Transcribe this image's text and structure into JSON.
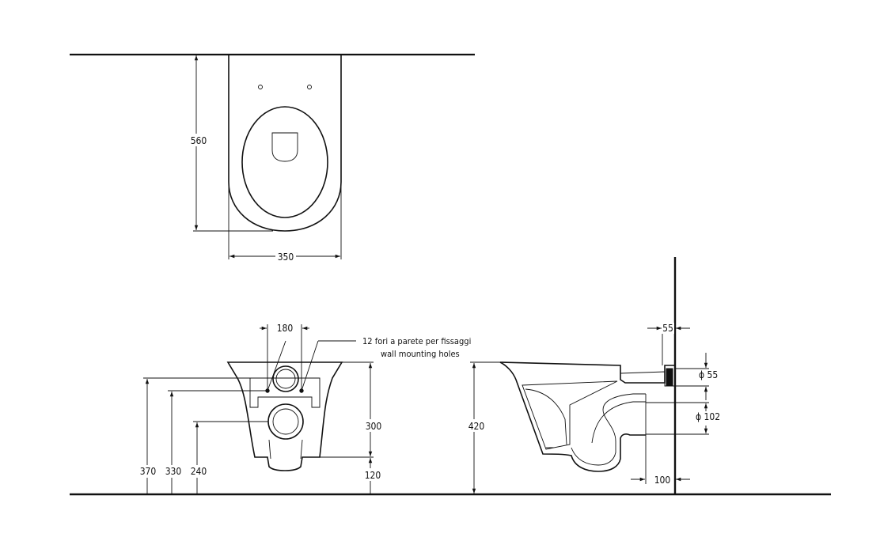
{
  "plan_view": {
    "depth": "560",
    "width": "350"
  },
  "front_view": {
    "holes_spacing": "180",
    "height_total": "370",
    "height_upper_hole": "330",
    "height_lower_hole": "240",
    "body_height": "300",
    "base_height": "120",
    "note_it": "12 fori a parete per fissaggi",
    "note_en": "wall mounting holes"
  },
  "side_view": {
    "rim_height": "420",
    "wall_offset": "55",
    "inlet_diameter": "ϕ 55",
    "outlet_diameter": "ϕ 102",
    "outlet_offset": "100"
  },
  "colors": {
    "line": "#111111",
    "background": "#ffffff"
  }
}
